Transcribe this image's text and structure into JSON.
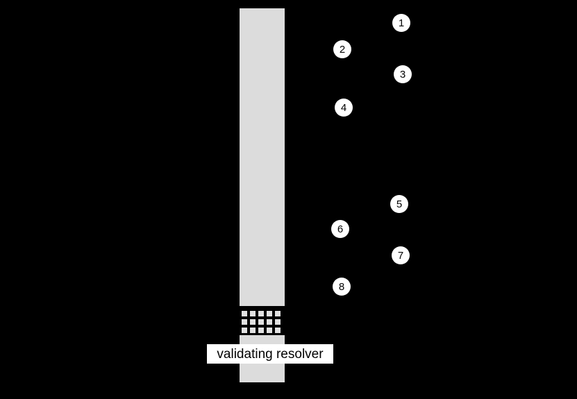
{
  "diagram": {
    "resolver_label": "validating resolver",
    "step_markers": [
      "1",
      "2",
      "3",
      "4",
      "5",
      "6",
      "7",
      "8"
    ],
    "colors": {
      "background": "#000000",
      "lifeline_bar": "#dcdcdc",
      "activation_grid_square": "#e2e2e2",
      "label_background": "#ffffff",
      "label_text": "#000000",
      "step_circle_fill": "#ffffff",
      "step_circle_text": "#000000"
    }
  }
}
